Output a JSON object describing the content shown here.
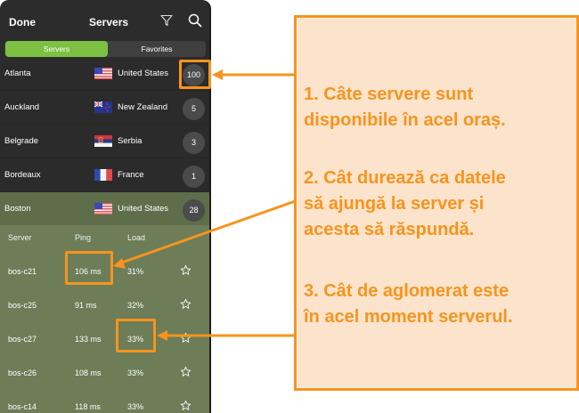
{
  "topbar": {
    "done_label": "Done",
    "title": "Servers",
    "filter_icon": "filter-icon",
    "search_icon": "search-icon"
  },
  "segmented": {
    "tabs": [
      {
        "label": "Servers",
        "active": true
      },
      {
        "label": "Favorites",
        "active": false
      }
    ]
  },
  "cities": [
    {
      "city": "Atlanta",
      "country": "United States",
      "flag": "us",
      "count": "100"
    },
    {
      "city": "Auckland",
      "country": "New Zealand",
      "flag": "nz",
      "count": "5"
    },
    {
      "city": "Belgrade",
      "country": "Serbia",
      "flag": "rs",
      "count": "3"
    },
    {
      "city": "Bordeaux",
      "country": "France",
      "flag": "fr",
      "count": "1"
    },
    {
      "city": "Boston",
      "country": "United States",
      "flag": "us",
      "count": "28",
      "selected": true
    }
  ],
  "server_table": {
    "headers": {
      "server": "Server",
      "ping": "Ping",
      "load": "Load"
    },
    "rows": [
      {
        "server": "bos-c21",
        "ping": "106 ms",
        "load": "31%"
      },
      {
        "server": "bos-c25",
        "ping": "91 ms",
        "load": "32%"
      },
      {
        "server": "bos-c27",
        "ping": "133 ms",
        "load": "33%"
      },
      {
        "server": "bos-c26",
        "ping": "108 ms",
        "load": "33%"
      },
      {
        "server": "bos-c14",
        "ping": "118 ms",
        "load": "33%"
      }
    ]
  },
  "callout": {
    "items": [
      "1. Câte servere sunt disponibile în acel oraș.",
      "2. Cât durează ca datele să ajungă la server și acesta să răspundă.",
      "3. Cât de aglomerat este în acel moment serverul."
    ],
    "lines": [
      [
        "1. Câte servere sunt",
        "disponibile în acel oraș."
      ],
      [
        "2. Cât durează ca datele",
        "să ajungă la server și",
        "acesta să răspundă."
      ],
      [
        "3. Cât de aglomerat este",
        "în acel moment serverul."
      ]
    ]
  },
  "colors": {
    "accent_orange": "#f7941d",
    "callout_bg": "#fce4cc",
    "active_tab_green": "#7cc142",
    "selected_row_bg": "#5e6e4b",
    "server_panel_bg": "#6c7d58",
    "app_bg": "#2b2b2b"
  }
}
